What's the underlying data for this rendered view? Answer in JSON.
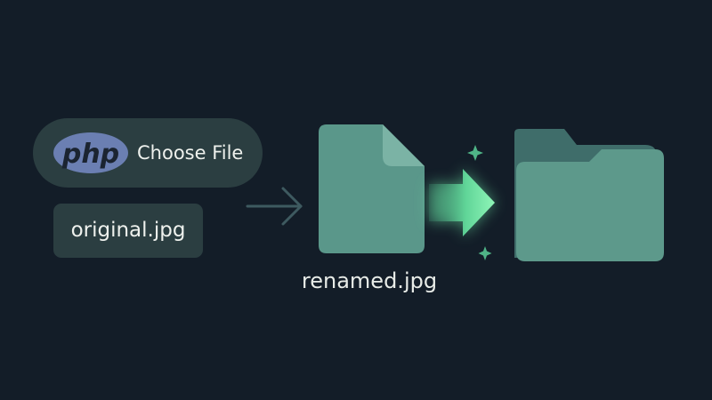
{
  "upload": {
    "logo_text": "php",
    "button_label": "Choose File"
  },
  "source_file": {
    "name": "original.jpg"
  },
  "renamed_file": {
    "name": "renamed.jpg"
  },
  "icons": {
    "upload_logo": "php-logo",
    "step_arrow": "arrow-right-icon",
    "file": "file-document-icon",
    "glow_arrow": "glowing-arrow-icon",
    "folder": "folder-icon",
    "sparkle": "sparkle-icon"
  },
  "colors": {
    "background": "#131d28",
    "panel": "#2b3e41",
    "php_logo": "#6b7fb2",
    "file_fill": "#5a978a",
    "folder_fill": "#5d998b",
    "glow": "#6ee9a6",
    "text": "#eef1ed"
  }
}
